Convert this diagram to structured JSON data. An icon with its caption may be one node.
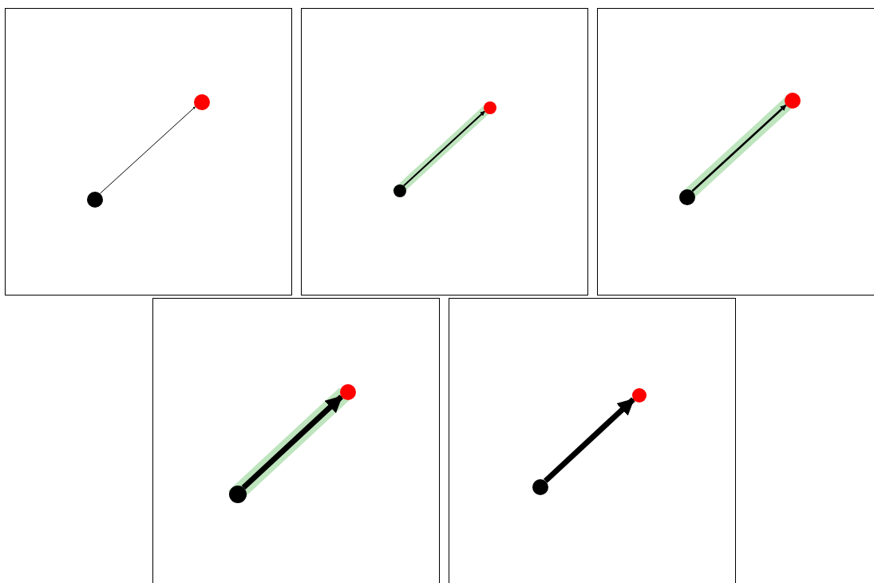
{
  "diagram": {
    "nodes": [
      {
        "text": [],
        "shape": "box"
      },
      {
        "text": [],
        "shape": "circle",
        "in": 0
      },
      {
        "text": [],
        "shape": "circle",
        "in": 0
      },
      {
        "text": [],
        "shape": "box"
      },
      {
        "text": [],
        "shape": "circle",
        "in": 3
      },
      {
        "text": [],
        "shape": "circle",
        "in": 3
      },
      {
        "text": [],
        "shape": "box"
      },
      {
        "text": [],
        "shape": "circle",
        "in": 6
      },
      {
        "text": [],
        "shape": "circle",
        "in": 6
      },
      {
        "text": [],
        "shape": "box"
      },
      {
        "text": [],
        "shape": "circle",
        "in": 9
      },
      {
        "text": [],
        "shape": "circle",
        "in": 9
      },
      {
        "text": [],
        "shape": "box"
      },
      {
        "text": [],
        "shape": "circle",
        "in": 12
      },
      {
        "text": [],
        "shape": "circle",
        "in": 12
      }
    ],
    "edges": [
      {
        "from": 1,
        "to": 2,
        "arrow": "to"
      },
      {
        "from": 4,
        "to": 5,
        "arrow": "to"
      },
      {
        "from": 7,
        "to": 8,
        "arrow": "to"
      },
      {
        "from": 10,
        "to": 11,
        "arrow": "to",
        "style": "thick"
      },
      {
        "from": 13,
        "to": 14,
        "arrow": "to",
        "style": "thick"
      }
    ]
  }
}
